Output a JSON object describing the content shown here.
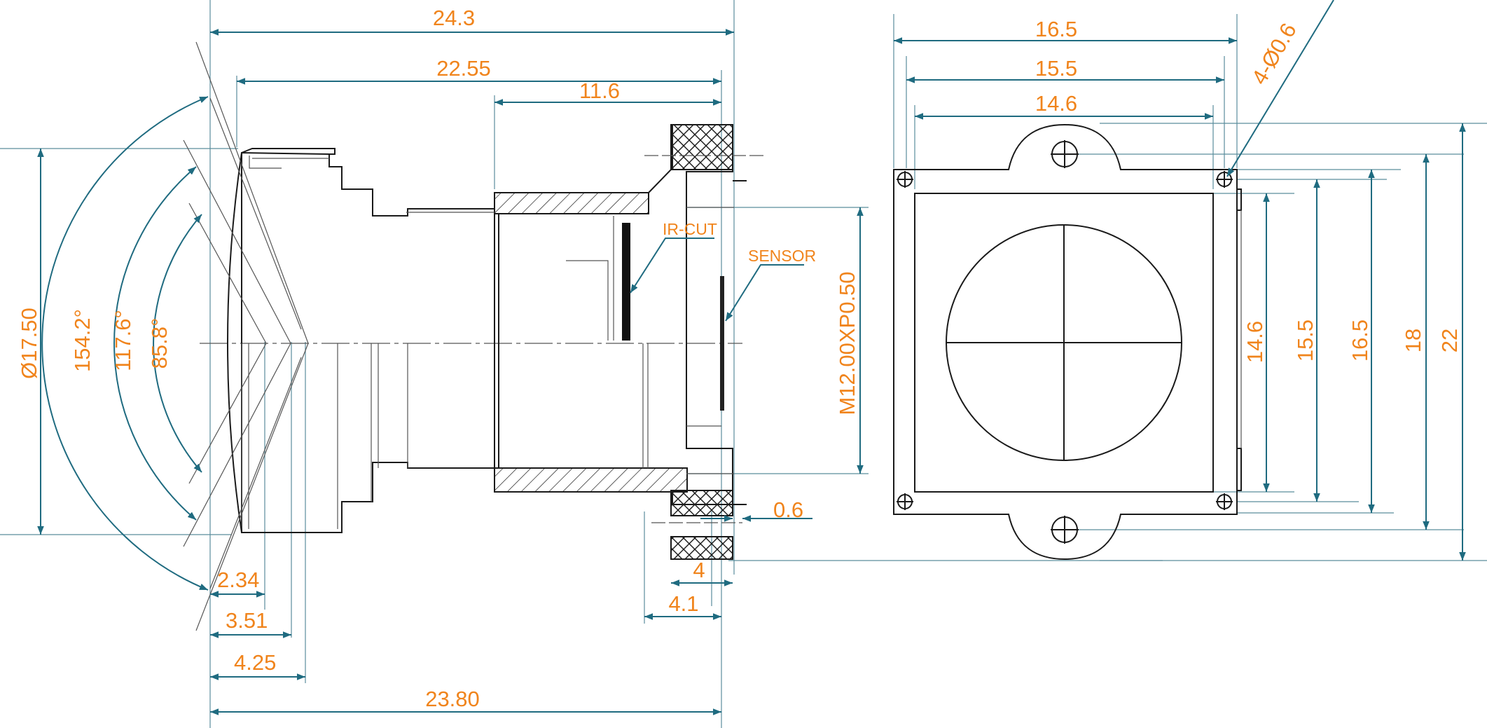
{
  "labels": {
    "overall_length": "24.3",
    "length_22_55": "22.55",
    "length_11_6": "11.6",
    "length_23_80": "23.80",
    "d_2_34": "2.34",
    "d_3_51": "3.51",
    "d_4_25": "4.25",
    "d_4": "4",
    "d_4_1": "4.1",
    "d_0_6": "0.6",
    "diameter": "Ø17.50",
    "angle_154": "154.2°",
    "angle_117": "117.6°",
    "angle_85": "85.8°",
    "thread": "M12.00XP0.50",
    "ir_cut": "IR-CUT",
    "sensor": "SENSOR",
    "width_16_5": "16.5",
    "width_15_5": "15.5",
    "width_14_6": "14.6",
    "holes": "4-Ø0.6",
    "height_14_6": "14.6",
    "height_15_5": "15.5",
    "height_16_5": "16.5",
    "height_18": "18",
    "height_22": "22"
  },
  "colors": {
    "dimension_line": "#1f6b80",
    "dimension_text": "#f0841c",
    "outline": "#1a1a1a"
  }
}
